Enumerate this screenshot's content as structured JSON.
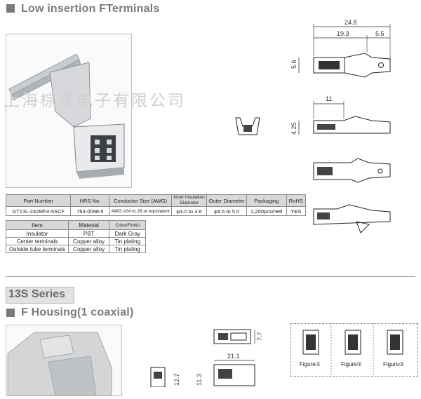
{
  "section1": {
    "title": "Low insertion  FTerminals"
  },
  "watermark": "上海棕泽电子有限公司",
  "dims": {
    "overall_length": "24.8",
    "length_a": "19.3",
    "length_b": "5.5",
    "height": "5.6",
    "length_c": "11",
    "height_b": "4.25"
  },
  "part_table": {
    "headers": [
      "Part Number",
      "HRS No.",
      "Conductor Size (AWG)",
      "Inner Insulation Diameter",
      "Outer Diameter",
      "Packaging",
      "RoHS"
    ],
    "row": [
      "GT13L-2428/F4-5SCF",
      "763-0098-5",
      "AWG #24 to 28 or equivalent",
      "φ3.0 to 3.6",
      "φ4.6 to 5.0",
      "2,200pcs/reel",
      "YES"
    ]
  },
  "material_table": {
    "headers": [
      "Item",
      "Material",
      "Color/Finish"
    ],
    "rows": [
      [
        "Insulator",
        "PBT",
        "Dark Gray"
      ],
      [
        "Center terminals",
        "Copper alloy",
        "Tin plating"
      ],
      [
        "Outside tube terminals",
        "Copper alloy",
        "Tin plating"
      ]
    ]
  },
  "series": {
    "label": "13S Series"
  },
  "section2": {
    "title": "F Housing(1 coaxial)"
  },
  "housing_dims": {
    "width": "7.7",
    "length": "21.1",
    "height_a": "12.7",
    "height_b": "11.3"
  },
  "figures": [
    "Figure①",
    "Figure②",
    "Figure③"
  ]
}
